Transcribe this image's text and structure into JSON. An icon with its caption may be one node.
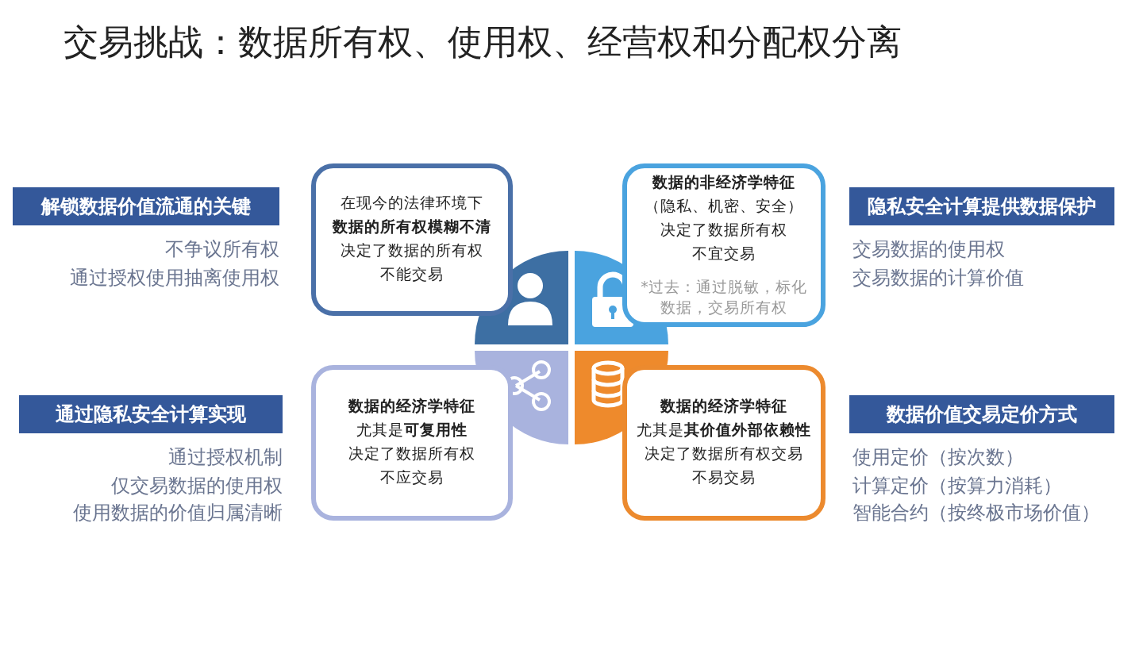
{
  "diagram": {
    "title": "交易挑战：数据所有权、使用权、经营权和分配权分离",
    "nodes": [
      {
        "text": [
          "解锁数据价值流通的关键"
        ],
        "beside": [
          "不争议所有权",
          "通过授权使用抽离使用权"
        ]
      },
      {
        "text": [
          "在现今的法律环境下",
          "**数据的所有权模糊不清**",
          "决定了数据的所有权",
          "不能交易"
        ]
      },
      {
        "text": [
          "**数据的非经济学特征**",
          "（隐私、机密、安全）",
          "决定了数据所有权",
          "不宜交易",
          "*过去：通过脱敏，标化数据，交易所有权"
        ]
      },
      {
        "text": [
          "隐私安全计算提供数据保护"
        ],
        "beside": [
          "交易数据的使用权",
          "交易数据的计算价值"
        ]
      },
      {
        "text": [
          "通过隐私安全计算实现"
        ],
        "beside": [
          "通过授权机制",
          "仅交易数据的使用权",
          "使用数据的价值归属清晰"
        ]
      },
      {
        "text": [
          "**数据的经济学特征**",
          "尤其是**可复用性**",
          "决定了数据所有权",
          "不应交易"
        ]
      },
      {
        "text": [
          "**数据的经济学特征**",
          "尤其是**其价值外部依赖性**",
          "决定了数据所有权交易",
          "不易交易"
        ]
      },
      {
        "text": [
          "数据价值交易定价方式"
        ],
        "beside": [
          "使用定价（按次数）",
          "计算定价（按算力消耗）",
          "智能合约（按终极市场价值）"
        ]
      }
    ]
  }
}
